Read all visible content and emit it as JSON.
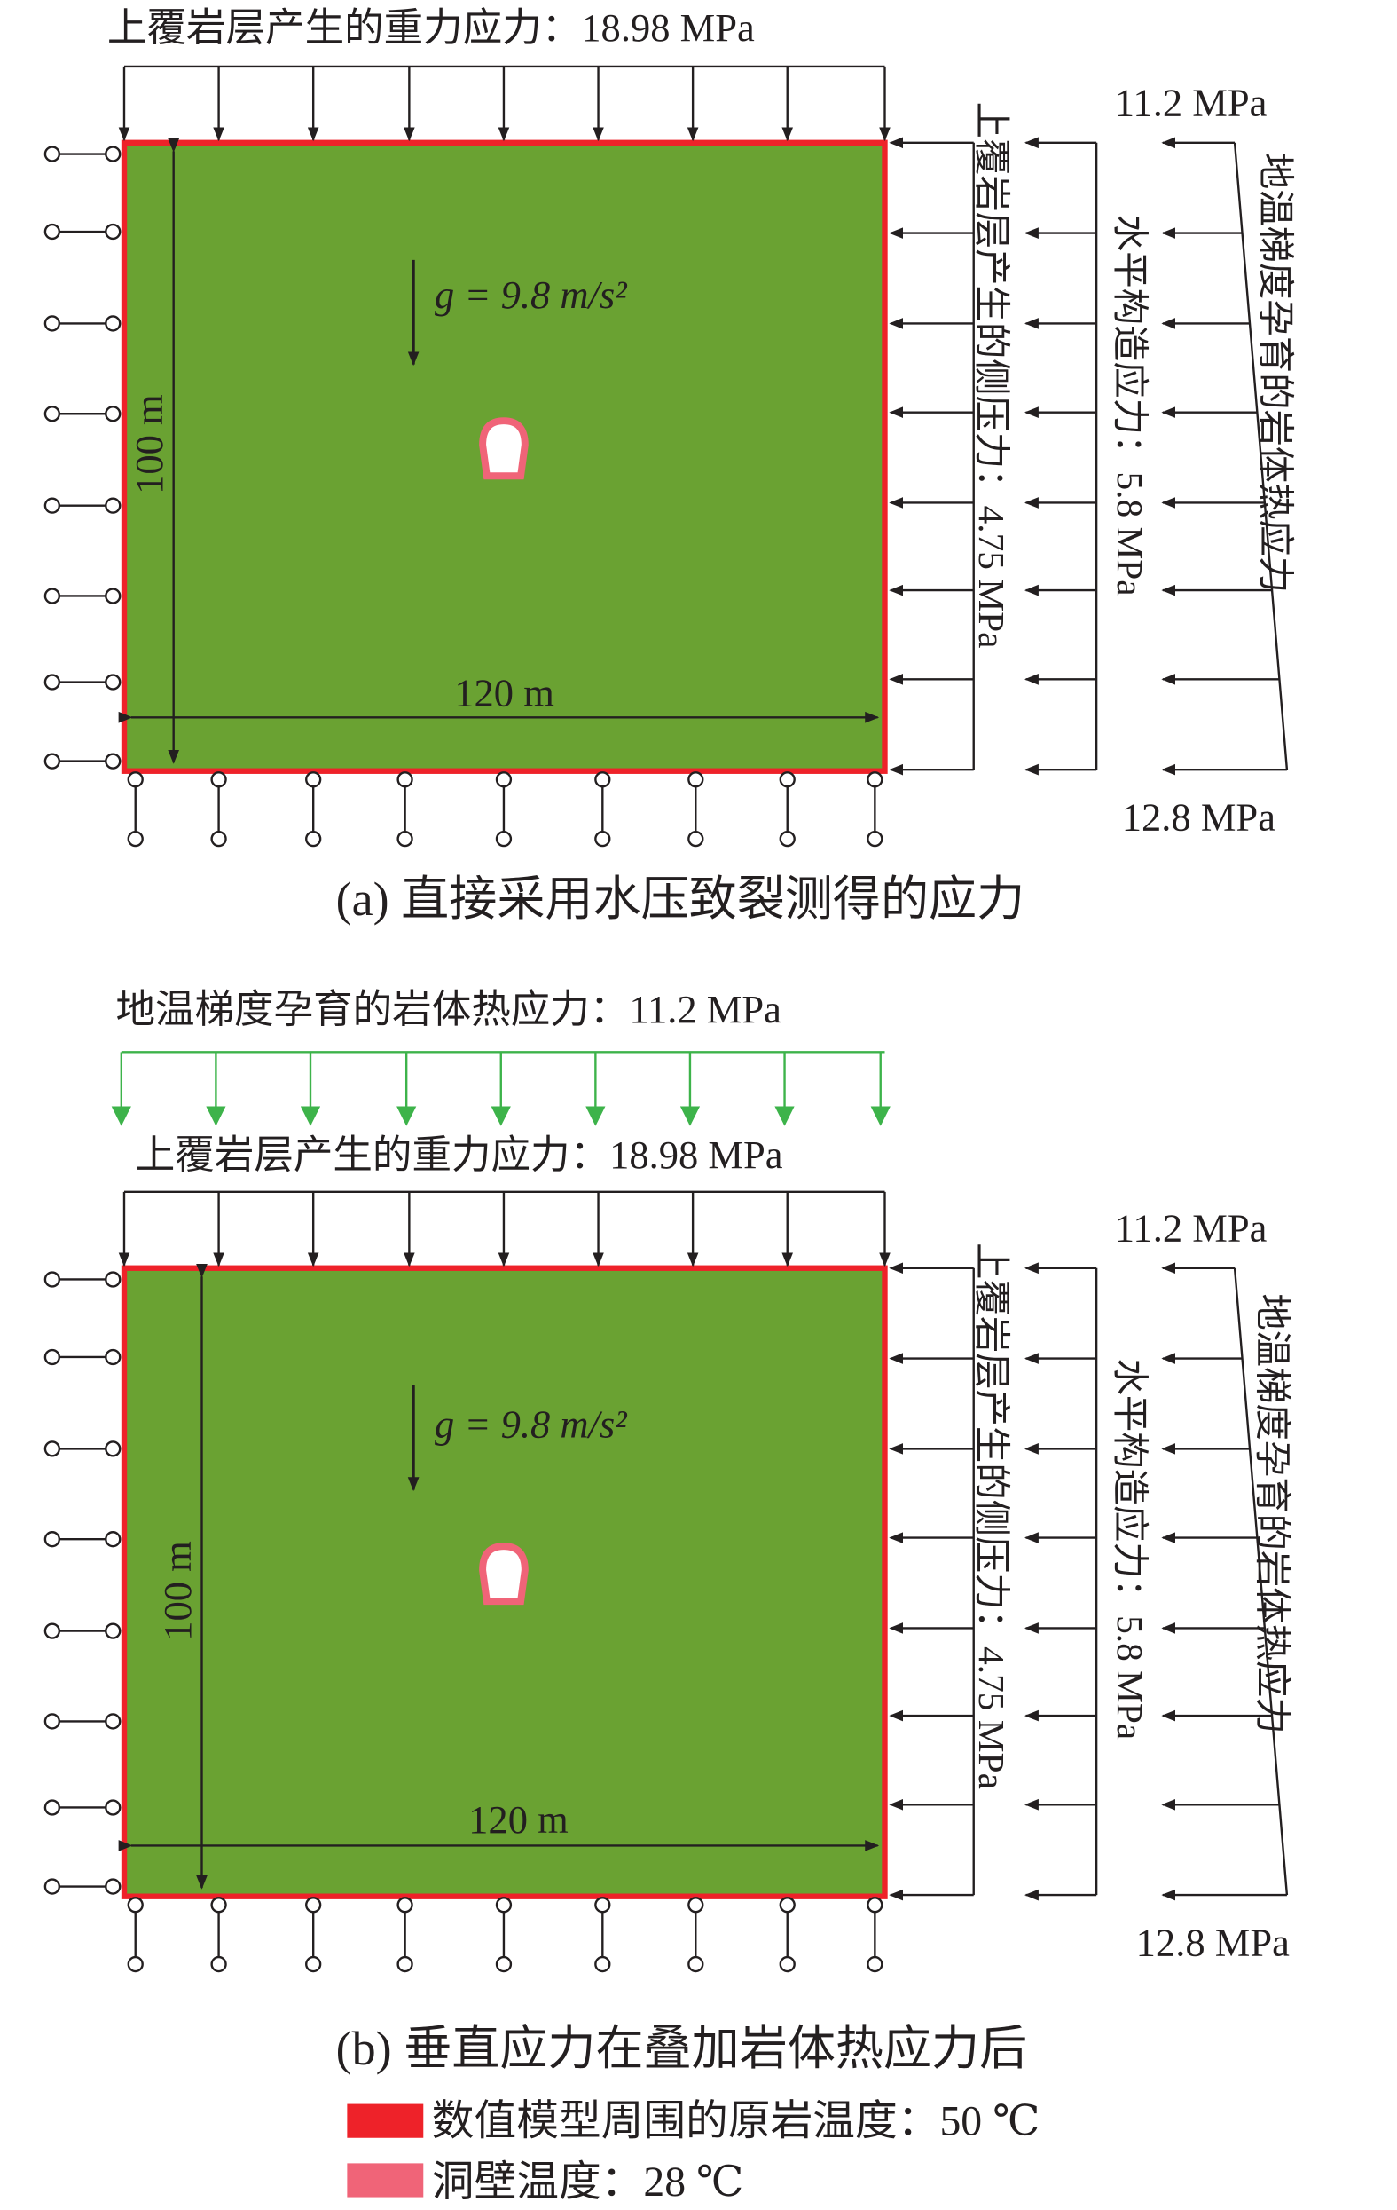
{
  "colors": {
    "rock": "#6aa232",
    "boundary": "#ee2229",
    "tunnel_wall": "#f06478",
    "green_arrow": "#3db34a",
    "ink": "#231f20"
  },
  "panel_a": {
    "top_label": "上覆岩层产生的重力应力：18.98 MPa",
    "gravity": "g = 9.8 m/s²",
    "height_label": "100 m",
    "width_label": "120 m",
    "lateral_label": "上覆岩层产生的侧压力：4.75 MPa",
    "tectonic_label": "水平构造应力：5.8 MPa",
    "thermal_label": "地温梯度孕育的岩体热应力",
    "thermal_top": "11.2 MPa",
    "thermal_bottom": "12.8 MPa",
    "caption": "(a) 直接采用水压致裂测得的应力"
  },
  "panel_b": {
    "thermal_top_label": "地温梯度孕育的岩体热应力：11.2 MPa",
    "top_label": "上覆岩层产生的重力应力：18.98 MPa",
    "gravity": "g = 9.8 m/s²",
    "height_label": "100 m",
    "width_label": "120 m",
    "lateral_label": "上覆岩层产生的侧压力：4.75 MPa",
    "tectonic_label": "水平构造应力：5.8 MPa",
    "thermal_label": "地温梯度孕育的岩体热应力",
    "thermal_top": "11.2 MPa",
    "thermal_bottom": "12.8 MPa",
    "caption": "(b) 垂直应力在叠加岩体热应力后"
  },
  "legend": [
    {
      "label": "数值模型周围的原岩温度：50 ℃",
      "color": "#ee2229"
    },
    {
      "label": "洞壁温度：28 ℃",
      "color": "#f06478"
    }
  ]
}
